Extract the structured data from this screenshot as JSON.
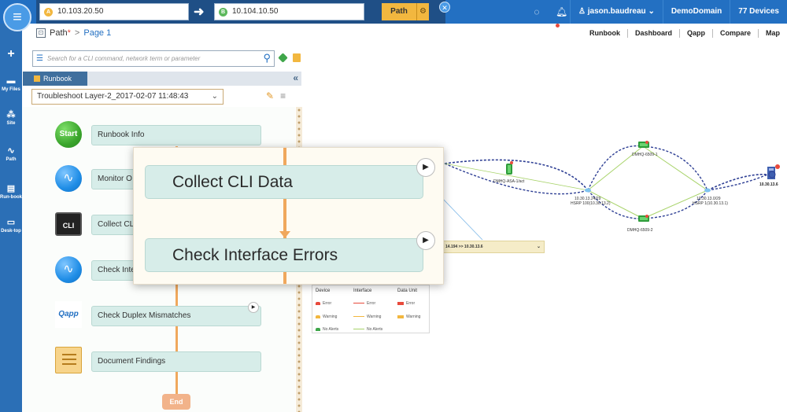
{
  "topbar": {
    "source_ip": "10.103.20.50",
    "source_badge": "A",
    "dest_ip": "10.104.10.50",
    "dest_badge": "B",
    "path_button": "Path",
    "username": "jason.baudreau",
    "domain": "DemoDomain",
    "devices": "77 Devices",
    "colors": {
      "bar": "#2370c2",
      "accent": "#f2b73f"
    }
  },
  "leftnav": {
    "items": [
      {
        "label": "My Files",
        "icon": "folder-icon"
      },
      {
        "label": "Site",
        "icon": "site-icon"
      },
      {
        "label": "Path",
        "icon": "path-icon"
      },
      {
        "label": "Run-book",
        "icon": "runbook-icon"
      },
      {
        "label": "Desk-top",
        "icon": "desktop-icon"
      }
    ]
  },
  "header": {
    "tab_title": "Path",
    "modified_mark": "*",
    "page": "Page 1",
    "menu": [
      "Runbook",
      "Dashboard",
      "Qapp",
      "Compare",
      "Map"
    ]
  },
  "search": {
    "placeholder": "Search for a CLI command, network term or parameter"
  },
  "runbook": {
    "tab_label": "Runbook",
    "selected": "Troubleshoot Layer-2_2017-02-07 11:48:43",
    "steps": [
      {
        "label": "Runbook Info",
        "icon_text": "Start"
      },
      {
        "label": "Monitor O"
      },
      {
        "label": "Collect CLI",
        "icon_text": "CLI"
      },
      {
        "label": "Check Inte"
      },
      {
        "label": "Check Duplex Mismatches",
        "icon_text": "Qapp"
      },
      {
        "label": "Document Findings"
      }
    ],
    "end_label": "End"
  },
  "zoom": {
    "box1": "Collect CLI Data",
    "box2": "Check Interface Errors"
  },
  "map": {
    "nodes": {
      "asa": "DMHQ-ASA-1/act",
      "sw1": "DMHQ-6509-1",
      "sw2": "DMHQ-6509-2",
      "dest": "10.30.13.6",
      "hsrp1_ip": "10.30.13.24/29",
      "hsrp1": "HSRP 100(10.30.13.2)",
      "hsrp2_ip": "10.30.13.0/29",
      "hsrp2": "HSRP 1(10.30.13.1)"
    },
    "path_text": "14.194 >> 10.30.13.6"
  },
  "legend": {
    "headers": [
      "Device",
      "Interface",
      "Data Unit"
    ],
    "rows": [
      {
        "device": "Error",
        "interface": "Error",
        "data": "Error",
        "color": "#e84a3c"
      },
      {
        "device": "Warning",
        "interface": "Warning",
        "data": "Warning",
        "color": "#f2b73f"
      },
      {
        "device": "No Alerts",
        "interface": "No Alerts",
        "color": "#3fa64a"
      }
    ]
  }
}
